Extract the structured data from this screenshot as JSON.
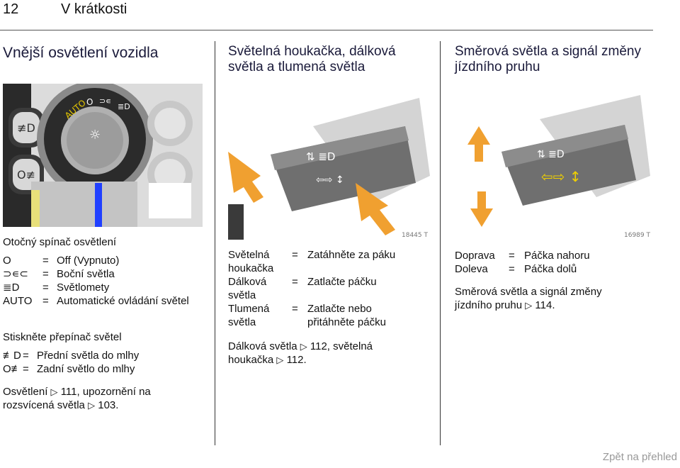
{
  "header": {
    "page_number": "12",
    "chapter": "V krátkosti"
  },
  "left": {
    "title": "Vnější osvětlení vozidla",
    "caption": "Otočný spínač osvětlení",
    "switch_items": [
      {
        "symbol": "O",
        "eq": "=",
        "text": "Off (Vypnuto)"
      },
      {
        "symbol": "⊃∊⊂",
        "eq": "=",
        "text": "Boční světla"
      },
      {
        "symbol": "≣D",
        "eq": "=",
        "text": "Světlomety"
      },
      {
        "symbol": "AUTO",
        "eq": "=",
        "text": "Automatické ovládání světel"
      }
    ],
    "press_caption": "Stiskněte přepínač světel",
    "press_items": [
      {
        "symbol": "≢D",
        "eq": "=",
        "text": "Přední světla do mlhy"
      },
      {
        "symbol": "O≢",
        "eq": "=",
        "text": "Zadní světlo do mlhy"
      }
    ],
    "footer_line1": "Osvětlení ",
    "footer_ref1": "111, upozornění na",
    "footer_line2": "rozsvícená světla ",
    "footer_ref2": "103."
  },
  "middle": {
    "title_line1": "Světelná houkačka, dálková",
    "title_line2": "světla a tlumená světla",
    "image_code": "18445 T",
    "items": [
      {
        "name": "Světelná houkačka",
        "eq": "=",
        "text": "Zatáhněte za páku"
      },
      {
        "name": "Dálková světla",
        "eq": "=",
        "text": "Zatlačte páčku"
      },
      {
        "name": "Tlumená světla",
        "eq": "=",
        "text": "Zatlačte nebo přitáhněte páčku"
      }
    ],
    "footer_line1": "Dálková světla ",
    "footer_ref1": "112, světelná",
    "footer_line2": "houkačka ",
    "footer_ref2": "112."
  },
  "right": {
    "title_line1": "Směrová světla a signál změny",
    "title_line2": "jízdního pruhu",
    "image_code": "16989 T",
    "items": [
      {
        "name": "Doprava",
        "eq": "=",
        "text": "Páčka nahoru"
      },
      {
        "name": "Doleva",
        "eq": "=",
        "text": "Páčka dolů"
      }
    ],
    "note_line1": "Směrová světla a signál změny",
    "note_line2": "jízdního pruhu ",
    "note_ref": "114."
  },
  "back_link": "Zpět na přehled"
}
